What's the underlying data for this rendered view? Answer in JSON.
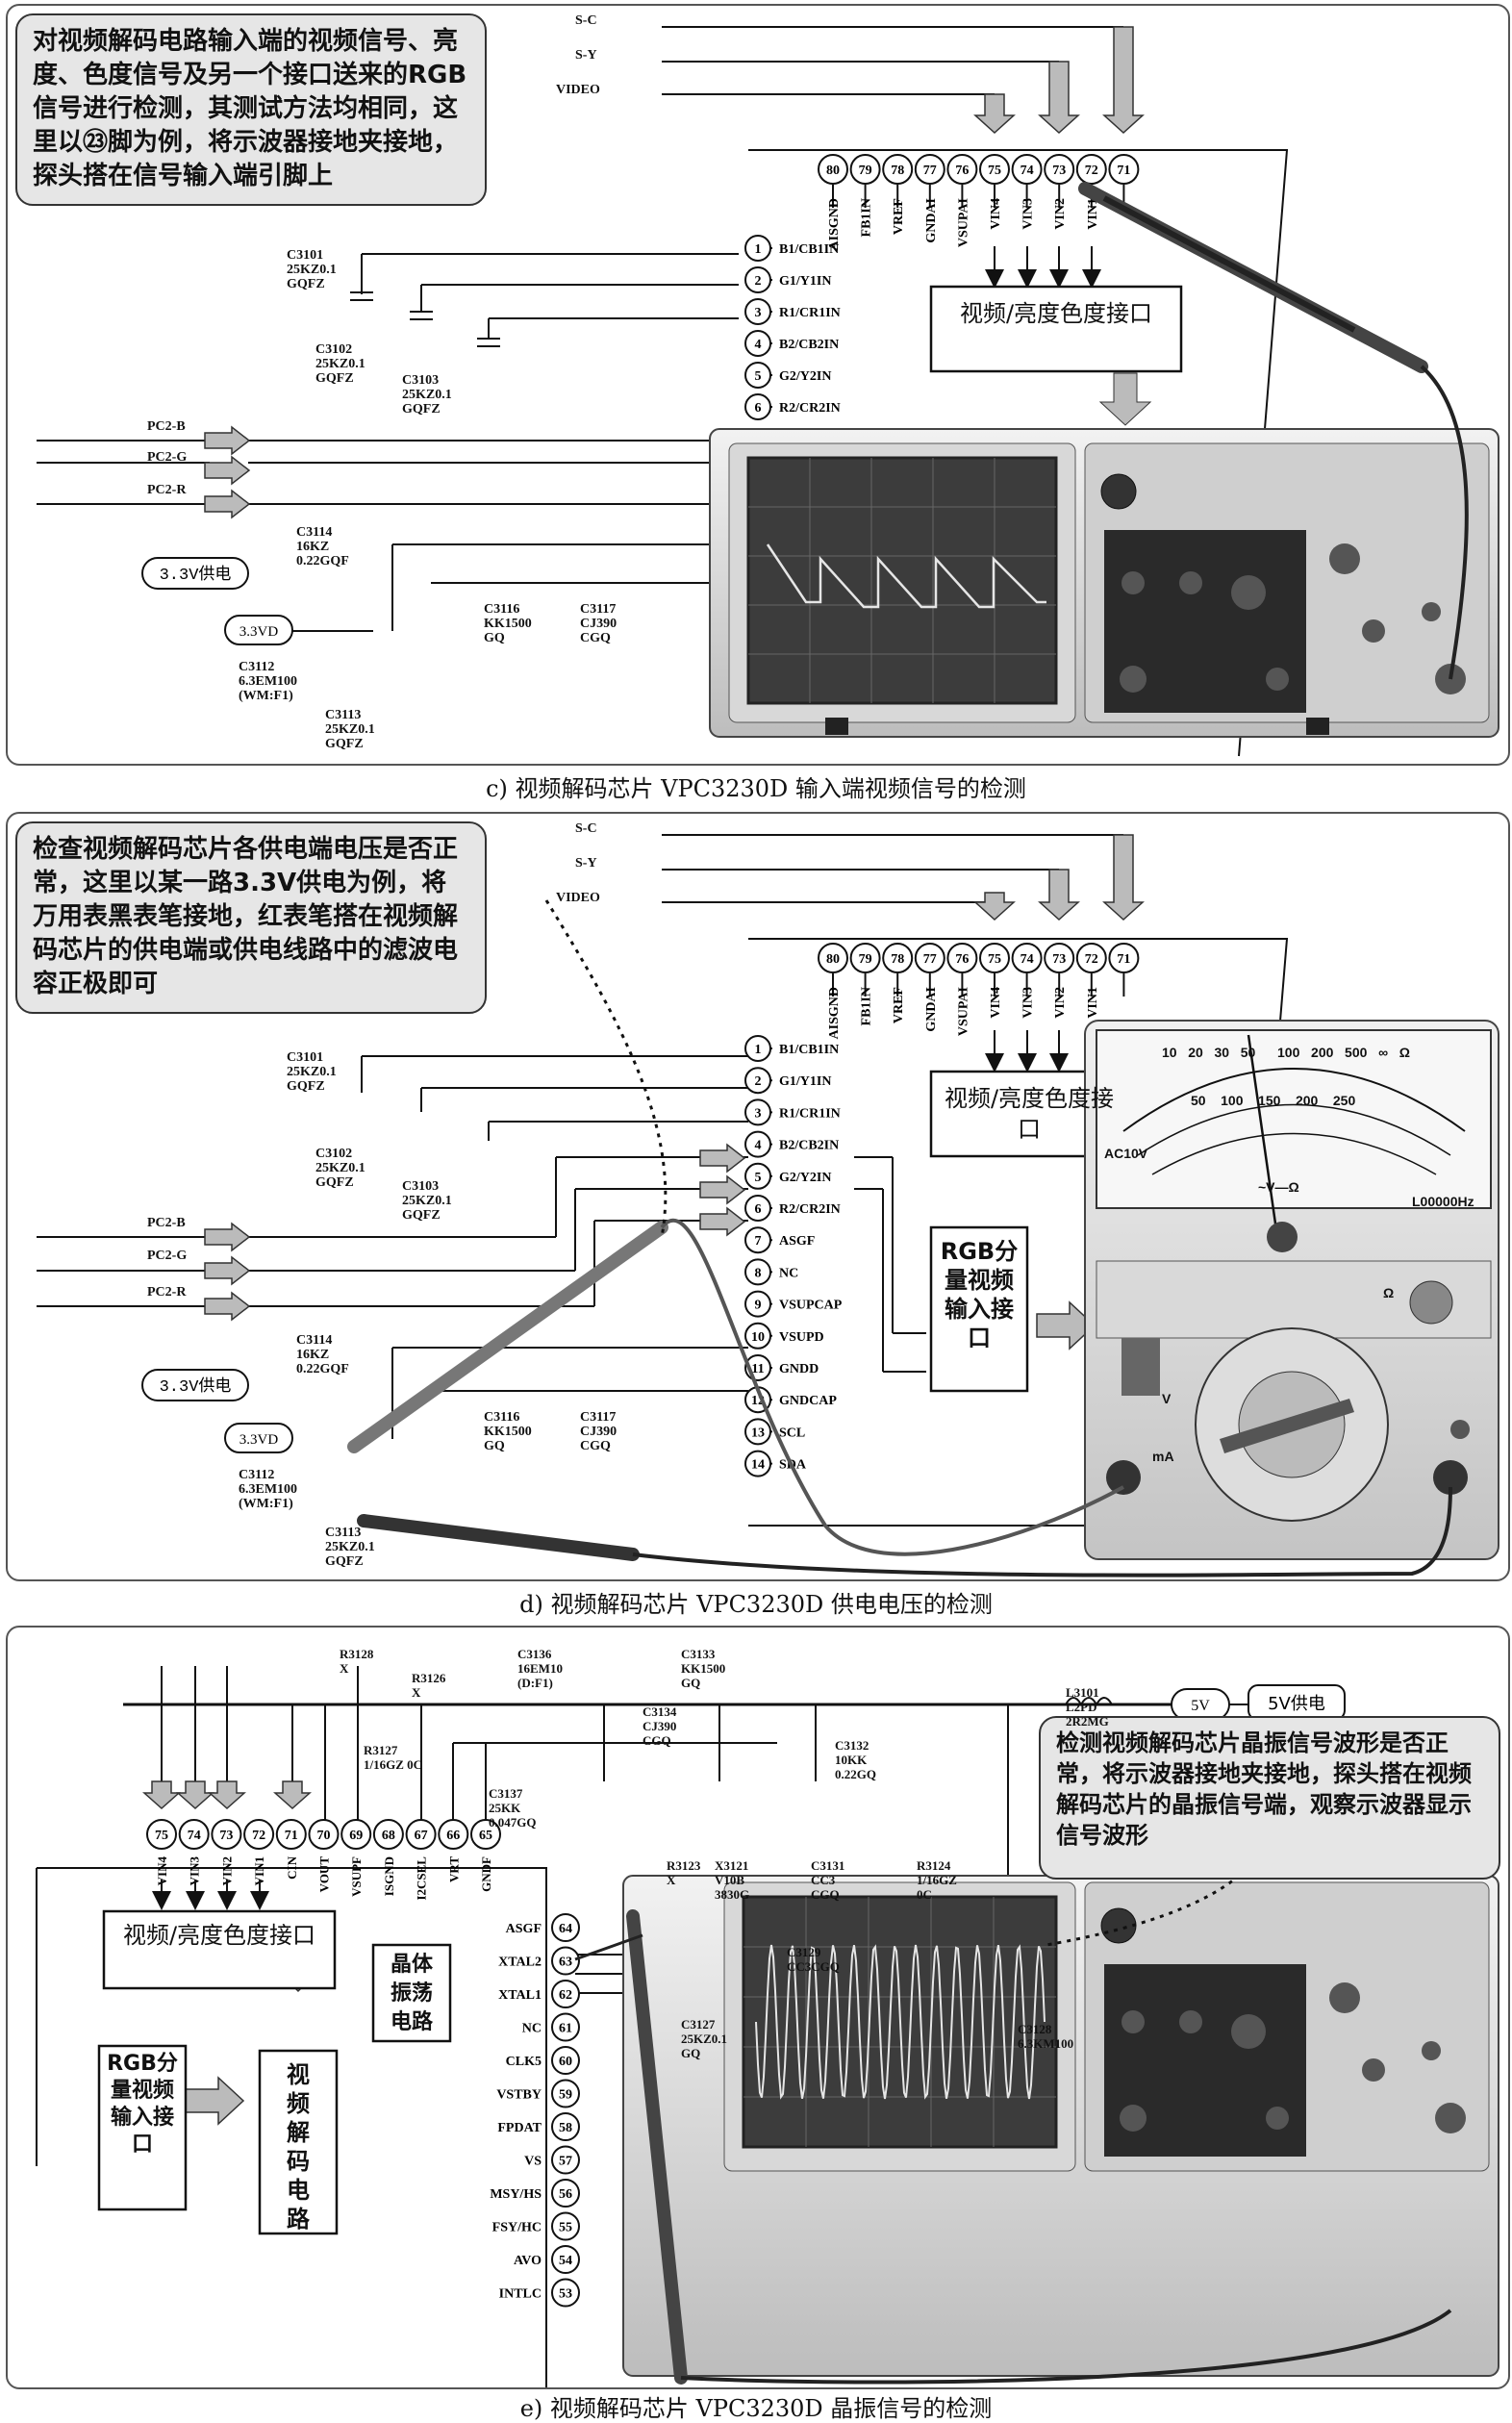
{
  "captions": {
    "c": "c) 视频解码芯片 VPC3230D 输入端视频信号的检测",
    "d": "d) 视频解码芯片 VPC3230D 供电电压的检测",
    "e": "e) 视频解码芯片 VPC3230D 晶振信号的检测"
  },
  "notes": {
    "c": "对视频解码电路输入端的视频信号、亮度、色度信号及另一个接口送来的RGB信号进行检测，其测试方法均相同，这里以㉓脚为例，将示波器接地夹接地，探头搭在信号输入端引脚上",
    "d": "检查视频解码芯片各供电端电压是否正常，这里以某一路3.3V供电为例，将万用表黑表笔接地，红表笔搭在视频解码芯片的供电端或供电线路中的滤波电容正极即可",
    "e": "检测视频解码芯片晶振信号波形是否正常，将示波器接地夹接地，探头搭在视频解码芯片的晶振信号端，观察示波器显示信号波形"
  },
  "signals_top": [
    "S-C",
    "S-Y",
    "VIDEO"
  ],
  "top_pins": [
    {
      "n": "80",
      "label": "AISGND"
    },
    {
      "n": "79",
      "label": "FB1IN"
    },
    {
      "n": "78",
      "label": "VREF"
    },
    {
      "n": "77",
      "label": "GNDAI"
    },
    {
      "n": "76",
      "label": "VSUPAI"
    },
    {
      "n": "75",
      "label": "VIN4"
    },
    {
      "n": "74",
      "label": "VIN3"
    },
    {
      "n": "73",
      "label": "VIN2"
    },
    {
      "n": "72",
      "label": "VIN1"
    },
    {
      "n": "71",
      "label": ""
    }
  ],
  "left_pins_c": [
    {
      "n": "1",
      "label": "B1/CB1IN"
    },
    {
      "n": "2",
      "label": "G1/Y1IN"
    },
    {
      "n": "3",
      "label": "R1/CR1IN"
    },
    {
      "n": "4",
      "label": "B2/CB2IN"
    },
    {
      "n": "5",
      "label": "G2/Y2IN"
    },
    {
      "n": "6",
      "label": "R2/CR2IN"
    }
  ],
  "left_pins_d": [
    {
      "n": "1",
      "label": "B1/CB1IN"
    },
    {
      "n": "2",
      "label": "G1/Y1IN"
    },
    {
      "n": "3",
      "label": "R1/CR1IN"
    },
    {
      "n": "4",
      "label": "B2/CB2IN"
    },
    {
      "n": "5",
      "label": "G2/Y2IN"
    },
    {
      "n": "6",
      "label": "R2/CR2IN"
    },
    {
      "n": "7",
      "label": "ASGF"
    },
    {
      "n": "8",
      "label": "NC"
    },
    {
      "n": "9",
      "label": "VSUPCAP"
    },
    {
      "n": "10",
      "label": "VSUPD"
    },
    {
      "n": "11",
      "label": "GNDD"
    },
    {
      "n": "12",
      "label": "GNDCAP"
    },
    {
      "n": "13",
      "label": "SCL"
    },
    {
      "n": "14",
      "label": "SDA"
    }
  ],
  "pc_inputs": [
    "PC2-B",
    "PC2-G",
    "PC2-R"
  ],
  "components": {
    "c3101": [
      "C3101",
      "25KZ0.1",
      "GQFZ"
    ],
    "c3102": [
      "C3102",
      "25KZ0.1",
      "GQFZ"
    ],
    "c3103": [
      "C3103",
      "25KZ0.1",
      "GQFZ"
    ],
    "c3114": [
      "C3114",
      "16KZ",
      "0.22GQF"
    ],
    "c3116": [
      "C3116",
      "KK1500",
      "GQ"
    ],
    "c3117": [
      "C3117",
      "CJ390",
      "CGQ"
    ],
    "c3112": [
      "C3112",
      "6.3EM100",
      "(WM:F1)"
    ],
    "c3113": [
      "C3113",
      "25KZ0.1",
      "GQFZ"
    ]
  },
  "supply_tag": "3.3V供电",
  "supply_node": "3.3VD",
  "interface_block": "视频/亮度色度接口",
  "rgb_block": "RGB分量视频输入接口",
  "meter": {
    "scale_top": [
      "10",
      "20",
      "30",
      "50",
      "100",
      "200",
      "500",
      "∞",
      "Ω"
    ],
    "scale_mid": [
      "50",
      "100",
      "150",
      "200",
      "250"
    ],
    "vomega": "~V—Ω",
    "ac_label": "AC10V",
    "brand": "L00000Hz",
    "omega": "Ω",
    "v_left": "V",
    "ma": "mA"
  },
  "panel_e": {
    "resistors": [
      {
        "ref": "R3128",
        "val": "X"
      },
      {
        "ref": "R3126",
        "val": "X"
      },
      {
        "ref": "R3127",
        "val": "1/16GZ 0C"
      },
      {
        "ref": "R3123",
        "val": "X"
      },
      {
        "ref": "R3124",
        "val": "1/16GZ 0C"
      }
    ],
    "caps": [
      {
        "ref": "C3136",
        "val": "16EM10 (D:F1)"
      },
      {
        "ref": "C3133",
        "val": "KK1500 GQ"
      },
      {
        "ref": "C3134",
        "val": "CJ390 CGQ"
      },
      {
        "ref": "C3132",
        "val": "10KK 0.22GQ"
      },
      {
        "ref": "C3137",
        "val": "25KK 0.047GQ"
      },
      {
        "ref": "C3131",
        "val": "CC3 CGQ"
      },
      {
        "ref": "C3129",
        "val": "CC3CGQ"
      },
      {
        "ref": "C3127",
        "val": "25KZ0.1 GQ"
      },
      {
        "ref": "C3128",
        "val": "6.3KM100"
      }
    ],
    "crystal": {
      "ref": "X3121",
      "val": "V10B 3830G"
    },
    "inductor": {
      "ref": "L3101",
      "val": "L2PD 2R2MG"
    },
    "supply_node": "5V",
    "supply_tag": "5V供电",
    "top_pins": [
      {
        "n": "75",
        "label": "VIN4"
      },
      {
        "n": "74",
        "label": "VIN3"
      },
      {
        "n": "73",
        "label": "VIN2"
      },
      {
        "n": "72",
        "label": "VIN1"
      },
      {
        "n": "71",
        "label": "CIN"
      },
      {
        "n": "70",
        "label": "VOUT"
      },
      {
        "n": "69",
        "label": "VSUPF"
      },
      {
        "n": "68",
        "label": "ISGND"
      },
      {
        "n": "67",
        "label": "I2CSEL"
      },
      {
        "n": "66",
        "label": "VRT"
      },
      {
        "n": "65",
        "label": "GNDF"
      }
    ],
    "right_pins": [
      {
        "n": "64",
        "label": "ASGF"
      },
      {
        "n": "63",
        "label": "XTAL2"
      },
      {
        "n": "62",
        "label": "XTAL1"
      },
      {
        "n": "61",
        "label": "NC"
      },
      {
        "n": "60",
        "label": "CLK5"
      },
      {
        "n": "59",
        "label": "VSTBY"
      },
      {
        "n": "58",
        "label": "FPDAT"
      },
      {
        "n": "57",
        "label": "VS"
      },
      {
        "n": "56",
        "label": "MSY/HS"
      },
      {
        "n": "55",
        "label": "FSY/HC"
      },
      {
        "n": "54",
        "label": "AVO"
      },
      {
        "n": "53",
        "label": "INTLC"
      }
    ],
    "crystal_block": "晶体振荡电路",
    "interface_block": "视频/亮度色度接口",
    "rgb_block": "RGB分量视频输入接口",
    "decoder_block": "视频解码电路"
  }
}
